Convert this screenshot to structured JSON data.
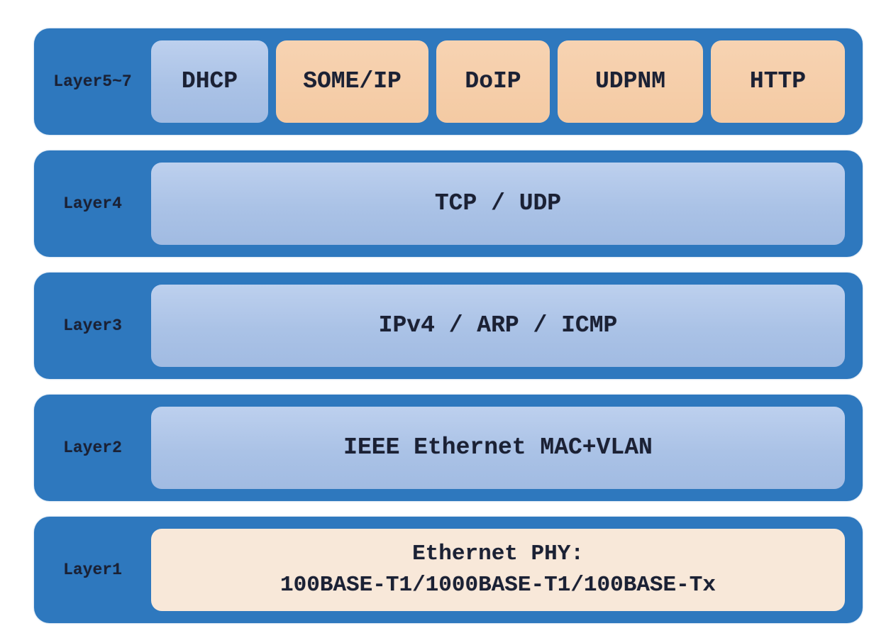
{
  "diagram": {
    "description": "Automotive Ethernet protocol stack by OSI layer",
    "colors": {
      "bar_blue": "#2e78be",
      "box_light_blue": "#aec6e8",
      "box_peach": "#f5cca8",
      "box_cream": "#f8e8d9",
      "text_dark": "#1b2134",
      "background": "#ffffff"
    },
    "rows": [
      {
        "label": "Layer5~7",
        "boxes": [
          {
            "text": "DHCP",
            "variant": "blue"
          },
          {
            "text": "SOME/IP",
            "variant": "peach"
          },
          {
            "text": "DoIP",
            "variant": "peach"
          },
          {
            "text": "UDPNM",
            "variant": "peach"
          },
          {
            "text": "HTTP",
            "variant": "peach"
          }
        ]
      },
      {
        "label": "Layer4",
        "boxes": [
          {
            "text": "TCP / UDP",
            "variant": "blue"
          }
        ]
      },
      {
        "label": "Layer3",
        "boxes": [
          {
            "text": "IPv4 / ARP / ICMP",
            "variant": "blue"
          }
        ]
      },
      {
        "label": "Layer2",
        "boxes": [
          {
            "text": "IEEE Ethernet MAC+VLAN",
            "variant": "blue"
          }
        ]
      },
      {
        "label": "Layer1",
        "boxes": [
          {
            "text": "Ethernet PHY:\n100BASE-T1/1000BASE-T1/100BASE-Tx",
            "variant": "cream"
          }
        ]
      }
    ]
  }
}
